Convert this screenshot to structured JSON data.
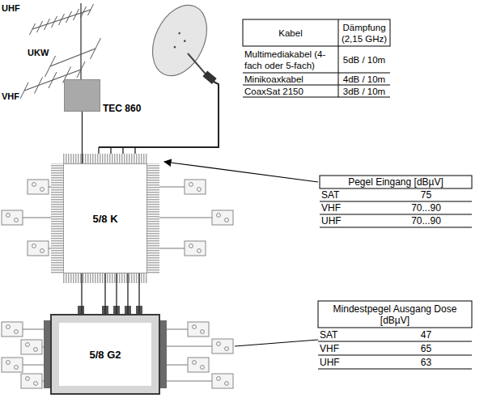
{
  "diagram": {
    "nodes": [
      {
        "text": [
          "TEC 860"
        ]
      },
      {
        "text": [
          "5/8 K"
        ]
      },
      {
        "text": [
          "5/8 G2"
        ]
      }
    ],
    "edges": [
      {
        "from": 0,
        "to": 1,
        "arrow": "none"
      },
      {
        "from": 1,
        "to": 2,
        "arrow": "none"
      }
    ],
    "labels": [
      "UHF",
      "UKW",
      "VHF",
      "Kabel",
      "Dämpfung (2,15 GHz)",
      "Multimediakabel (4-fach oder 5-fach)",
      "5dB / 10m",
      "Minikoaxkabel",
      "4dB / 10m",
      "CoaxSat 2150",
      "3dB / 10m",
      "Pegel Eingang [dBµV]",
      "SAT",
      "75",
      "VHF",
      "70...90",
      "UHF",
      "70...90",
      "Mindestpegel Ausgang Dose [dBµV]",
      "SAT",
      "47",
      "VHF",
      "65",
      "UHF",
      "63"
    ]
  }
}
